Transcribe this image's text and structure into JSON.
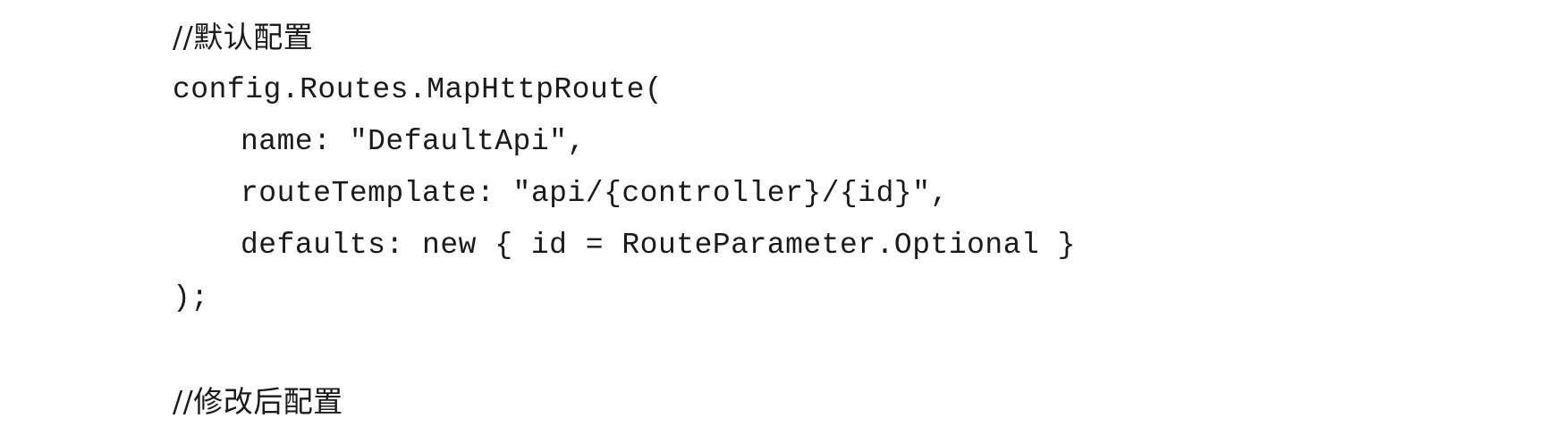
{
  "document": {
    "lines": [
      "//默认配置",
      "config.Routes.MapHttpRoute(",
      "name: \"DefaultApi\",",
      "routeTemplate: \"api/{controller}/{id}\",",
      "defaults: new { id = RouteParameter.Optional }",
      ");",
      "//修改后配置"
    ]
  }
}
